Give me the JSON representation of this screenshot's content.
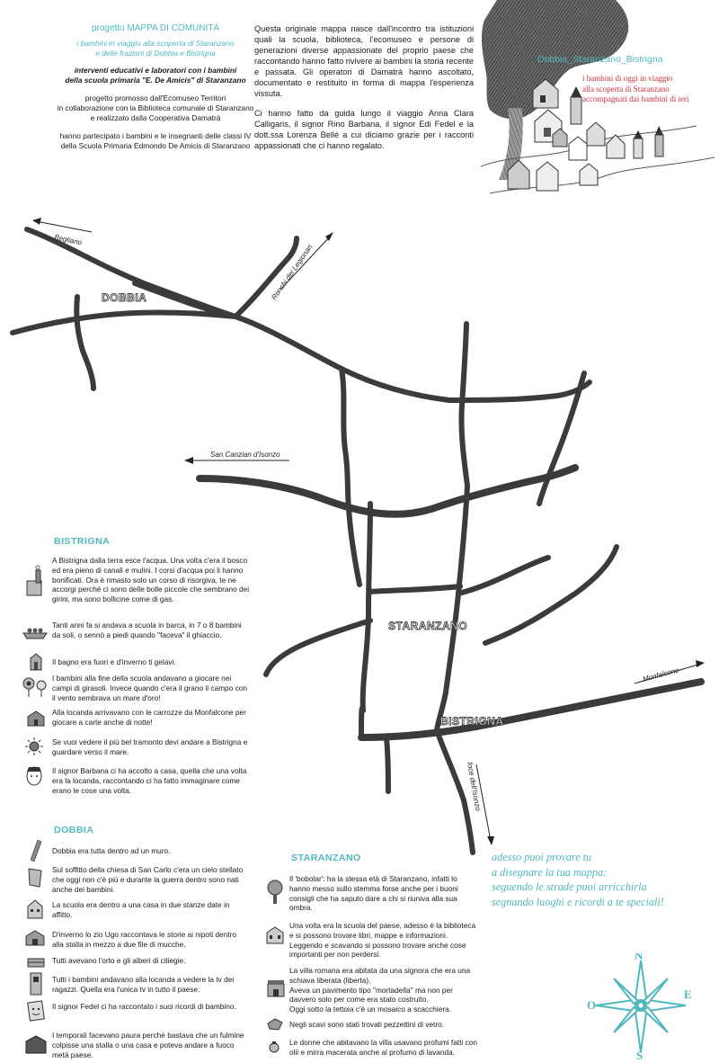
{
  "header": {
    "title": "progetto MAPPA DI COMUNITÀ",
    "subtitle_1": "i bambini in viaggio alla scoperta di Staranzano",
    "subtitle_2": "e delle frazioni di Dobbia e Bistrigna",
    "bold_1": "interventi educativi e laboratori con i bambini",
    "bold_2": "della scuola primaria \"E. De Amicis\" di Staranzano",
    "promo_1": "progetto promosso dall'Ecomuseo Territori",
    "promo_2": "in collaborazione con la Biblioteca comunale di Staranzano",
    "promo_3": "e realizzato dalla Cooperativa Damatrà",
    "part_1": "hanno partecipato i bambini e le insegnanti delle classi IV",
    "part_2": "della Scuola Primaria Edmondo De Amicis di Staranzano"
  },
  "intro": {
    "p1": "Questa originale mappa nasce dall'incontro tra istituzioni quali la scuola, biblioteca, l'ecomuseo e persone di generazioni diverse appassionate del proprio paese che raccontando hanno fatto rivivere ai bambini la storia recente e passata. Gli operatori di Damatrà hanno ascoltato, documentato e restituito in forma di mappa l'esperienza vissuta.",
    "p2": "Ci hanno fatto da guida lungo il viaggio  Anna Clara Calligaris, il signor Rino Barbana, il signor Edi Fedel e la dott.ssa Lorenza Bellè a cui diciamo grazie per i racconti appassionati che ci hanno regalato."
  },
  "illustration": {
    "title": "Dobbia_Staranzano_Bistrigna",
    "caption_1": "i bambini di oggi in viaggio",
    "caption_2": "alla scoperta di Staranzano",
    "caption_3": "accompagnati dai bambini di ieri"
  },
  "map": {
    "road_labels": {
      "begliano": "Begliano",
      "ronchi": "Ronchi dei Legionari",
      "san_canzian": "San Canzian d'Isonzo",
      "monfalcone": "Monfalcone",
      "foce": "foce dell'Isonzo"
    },
    "towns": {
      "dobbia": "DOBBIA",
      "staranzano": "STARANZANO",
      "bistrigna": "BISTRIGNA"
    }
  },
  "bistrigna": {
    "title": "BISTRIGNA",
    "items": [
      {
        "icon": "factory-icon",
        "text": "A Bistrigna dalla terra esce l'acqua. Una volta c'era il bosco ed era pieno di canali e mulini. I corsi d'acqua poi li hanno bonificati. Ora è rimasto solo un corso di risorgiva,  te ne accorgi perché ci sono delle bolle piccole che sembrano dei girini, ma sono bollicine come di gas."
      },
      {
        "icon": "boat-icon",
        "text": "Tanti anni fa si andava a scuola in barca, in 7 o 8 bambini da soli, o sennò a piedi  quando \"faceva\" il ghiaccio."
      },
      {
        "icon": "outhouse-icon",
        "text": "Il bagno era fuori e d'inverno ti gelavi."
      },
      {
        "icon": "sunflower-icon",
        "text": "I bambini alla fine della scuola andavano a giocare nei campi di girasoli. Invece quando c'era il grano il campo con il vento sembrava un mare d'oro!"
      },
      {
        "icon": "inn-icon",
        "text": "Alla locanda arrivavano con le carrozze da Monfalcone per giocare a carte anche di notte!"
      },
      {
        "icon": "sun-icon",
        "text": "Se vuoi vedere il più bel tramonto devi andare a Bistrigna e guardare verso il mare."
      },
      {
        "icon": "portrait-icon",
        "text": "Il signor Barbana ci ha accolto a casa, quella che una volta era la locanda, raccontando ci ha fatto immaginare come erano le cose una volta."
      }
    ]
  },
  "dobbia": {
    "title": "DOBBIA",
    "items": [
      {
        "icon": "wall-icon",
        "text": "Dobbia era tutta dentro ad un muro."
      },
      {
        "icon": "ceiling-icon",
        "text": "Sul soffitto della chiesa di San Carlo c'era un cielo stellato che oggi non c'è più e durante la guerra dentro sono nati anche dei bambini."
      },
      {
        "icon": "school-icon",
        "text": "La scuola era dentro a una casa in due stanze date in affitto."
      },
      {
        "icon": "stable-icon",
        "text": "D'inverno lo zio Ugo raccontava le storie ai nipoti dentro alla stalla in mezzo a due file di mucche."
      },
      {
        "icon": "garden-icon",
        "text": "Tutti avevano l'orto e gli alberi di ciliegie."
      },
      {
        "icon": "tv-icon",
        "text": "Tutti i bambini andavano alla locanda a vedere la tv dei ragazzi. Quella era l'unica tv in tutto il paese."
      },
      {
        "icon": "face-icon",
        "text": "Il signor Fedel ci ha raccontato i suoi ricordi di bambino."
      },
      {
        "icon": "storm-icon",
        "text": "I temporali facevano paura perché bastava che un fulmine colpisse una stalla o una casa e poteva andare a fuoco metà paese."
      }
    ]
  },
  "staranzano": {
    "title": "STARANZANO",
    "items": [
      {
        "icon": "tree-icon",
        "text": "Il 'bobolar': ha la stessa età di  Staranzano, infatti lo hanno messo sullo stemma forse anche per i buoni consigli che ha saputo dare a chi si riuniva alla sua ombra."
      },
      {
        "icon": "library-icon",
        "text": "Una volta era la scuola del paese, adesso è la biblioteca e si possono trovare libri, mappe e informazioni. Leggendo e scavando si possono trovare anche cose importanti per non perdersi."
      },
      {
        "icon": "villa-icon",
        "text": "La villa romana era abitata da una signora che era una schiava liberata (liberta).\nAveva un pavimento tipo \"mortadella\" ma non per davvero solo per come era stato costruito.\nOggi sotto la tettoia c'è un mosaico a scacchiera."
      },
      {
        "icon": "glass-icon",
        "text": "Negli scavi sono stati trovati pezzettini di vetro."
      },
      {
        "icon": "perfume-icon",
        "text": "Le donne che abitavano la villa usavano profumi fatti con olii e mirra macerata anche al profumo di lavanda."
      }
    ]
  },
  "closing": {
    "line_1": "adesso puoi provare tu",
    "line_2": "a disegnare la tua  mappa:",
    "line_3": "seguendo le strade puoi arricchirla",
    "line_4": "segnando luoghi e ricordi a te speciali!"
  },
  "compass": {
    "n": "N",
    "e": "E",
    "s": "S",
    "o": "O",
    "color": "#4fb8bd"
  }
}
